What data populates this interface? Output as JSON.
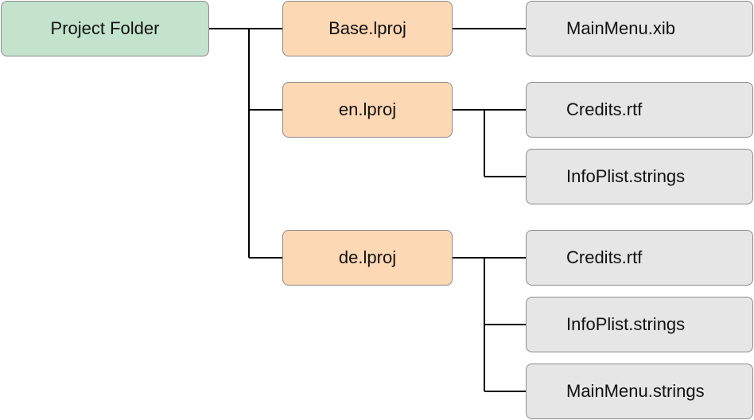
{
  "colors": {
    "root_fill": "#c3e3cc",
    "folder_fill": "#fcd8b4",
    "file_fill": "#e6e6e6",
    "border": "#8a8a8a",
    "connector": "#000000"
  },
  "tree": {
    "root": "Project Folder",
    "folders": [
      {
        "name": "Base.lproj",
        "files": [
          "MainMenu.xib"
        ]
      },
      {
        "name": "en.lproj",
        "files": [
          "Credits.rtf",
          "InfoPlist.strings"
        ]
      },
      {
        "name": "de.lproj",
        "files": [
          "Credits.rtf",
          "InfoPlist.strings",
          "MainMenu.strings"
        ]
      }
    ]
  }
}
